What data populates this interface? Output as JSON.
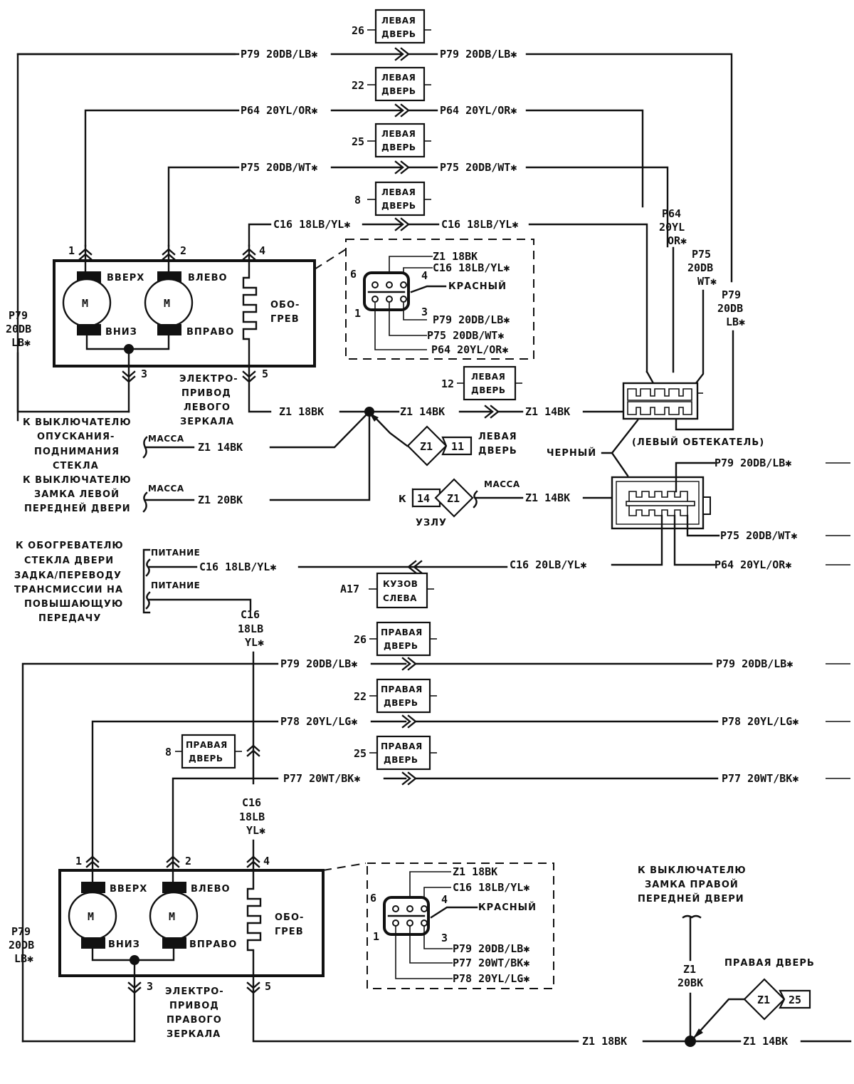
{
  "diagram": {
    "title": "Power mirrors wiring (left & right)",
    "wire_suffix_mark": "✱",
    "left_door_tag": [
      "ЛЕВАЯ",
      "ДВЕРЬ"
    ],
    "right_door_tag": [
      "ПРАВАЯ",
      "ДВЕРЬ"
    ],
    "top_section": {
      "door_connectors": [
        {
          "pin": "26",
          "wire": "P79 20DB/LB✱",
          "wire_right": "P79 20DB/LB✱"
        },
        {
          "pin": "22",
          "wire": "P64 20YL/OR✱",
          "wire_right": "P64 20YL/OR✱"
        },
        {
          "pin": "25",
          "wire": "P75 20DB/WT✱",
          "wire_right": "P75 20DB/WT✱"
        },
        {
          "pin": "8",
          "wire": "C16 18LB/YL✱",
          "wire_right": "C16 18LB/YL✱"
        }
      ],
      "vertical_labels": [
        [
          "P64",
          "20YL",
          "OR✱"
        ],
        [
          "P75",
          "20DB",
          "WT✱"
        ],
        [
          "P79",
          "20DB",
          "LB✱"
        ]
      ],
      "left_vertical_label": [
        "P79",
        "20DB",
        "LB✱"
      ]
    },
    "left_mirror": {
      "pins": [
        "1",
        "2",
        "4",
        "3",
        "5"
      ],
      "motor_letter": "M",
      "labels": {
        "up": "ВВЕРХ",
        "down": "ВНИЗ",
        "left": "ВЛЕВО",
        "right": "ВПРАВО",
        "heater": [
          "ОБО-",
          "ГРЕВ"
        ]
      },
      "caption": [
        "ЭЛЕКТРО-",
        "ПРИВОД",
        "ЛЕВОГО",
        "ЗЕРКАЛА"
      ],
      "connector_detail": {
        "wires": [
          "Z1 18BK",
          "C16 18LB/YL✱",
          "P79 20DB/LB✱",
          "P75 20DB/WT✱",
          "P64 20YL/OR✱"
        ],
        "pins": [
          "6",
          "4",
          "1",
          "3"
        ],
        "color": "КРАСНЫЙ"
      }
    },
    "ground_section": {
      "wire_z1_18": "Z1 18BK",
      "wire_z1_14": "Z1 14BK",
      "wire_z1_14_right": "Z1 14BK",
      "door_12_pin": "12",
      "splice_left_door": {
        "z": "Z1",
        "num": "11",
        "label": [
          "ЛЕВАЯ",
          "ДВЕРЬ"
        ]
      },
      "splice_node": {
        "prefix": "К",
        "num": "14",
        "z": "Z1",
        "label": "УЗЛУ",
        "mass": "МАССА",
        "wire": "Z1 14BK"
      },
      "window_switch": {
        "label": [
          "К ВЫКЛЮЧАТЕЛЮ",
          "ОПУСКАНИЯ-",
          "ПОДНИМАНИЯ",
          "СТЕКЛА"
        ],
        "mass": "МАССА",
        "wire": "Z1 14BK"
      },
      "lock_switch": {
        "label": [
          "К ВЫКЛЮЧАТЕЛЮ",
          "ЗАМКА ЛЕВОЙ",
          "ПЕРЕДНЕЙ ДВЕРИ"
        ],
        "mass": "МАССА",
        "wire": "Z1 20BK"
      },
      "fairing": {
        "label": "(ЛЕВЫЙ ОБТЕКАТЕЛЬ)",
        "color": "ЧЕРНЫЙ"
      },
      "fairing_wires": [
        "P79 20DB/LB✱",
        "P75 20DB/WT✱",
        "P64 20YL/OR✱",
        "C16 20LB/YL✱"
      ]
    },
    "heater_feed": {
      "label": [
        "К ОБОГРЕВАТЕЛЮ",
        "СТЕКЛА ДВЕРИ",
        "ЗАДКА/ПЕРЕВОДУ",
        "ТРАНСМИССИИ НА",
        "ПОВЫШАЮЩУЮ",
        "ПЕРЕДАЧУ"
      ],
      "power1": "ПИТАНИЕ",
      "power2": "ПИТАНИЕ",
      "wire": "C16 18LB/YL✱",
      "body_pin": "A17",
      "body_tag": [
        "КУЗОВ",
        "СЛЕВА"
      ],
      "vertical_label": [
        "C16",
        "18LB",
        "YL✱"
      ]
    },
    "bottom_section": {
      "door_connectors": [
        {
          "pin": "26",
          "wire": "P79 20DB/LB✱",
          "wire_right": "P79 20DB/LB✱"
        },
        {
          "pin": "22",
          "wire": "P78 20YL/LG✱",
          "wire_right": "P78 20YL/LG✱"
        },
        {
          "pin": "25",
          "wire": "P77 20WT/BK✱",
          "wire_right": "P77 20WT/BK✱"
        }
      ],
      "door_8_pin": "8",
      "c16_label": [
        "C16",
        "18LB",
        "YL✱"
      ],
      "left_vertical_label": [
        "P79",
        "20DB",
        "LB✱"
      ]
    },
    "right_mirror": {
      "pins": [
        "1",
        "2",
        "4",
        "3",
        "5"
      ],
      "motor_letter": "M",
      "labels": {
        "up": "ВВЕРХ",
        "down": "ВНИЗ",
        "left": "ВЛЕВО",
        "right": "ВПРАВО",
        "heater": [
          "ОБО-",
          "ГРЕВ"
        ]
      },
      "caption": [
        "ЭЛЕКТРО-",
        "ПРИВОД",
        "ПРАВОГО",
        "ЗЕРКАЛА"
      ],
      "connector_detail": {
        "wires": [
          "Z1 18BK",
          "C16 18LB/YL✱",
          "P79 20DB/LB✱",
          "P77 20WT/BK✱",
          "P78 20YL/LG✱"
        ],
        "pins": [
          "6",
          "4",
          "1",
          "3"
        ],
        "color": "КРАСНЫЙ"
      }
    },
    "right_ground": {
      "lock_label": [
        "К ВЫКЛЮЧАТЕЛЮ",
        "ЗАМКА ПРАВОЙ",
        "ПЕРЕДНЕЙ ДВЕРИ"
      ],
      "vertical_wire": [
        "Z1",
        "20BK"
      ],
      "door_label": "ПРАВАЯ ДВЕРЬ",
      "splice": {
        "z": "Z1",
        "num": "25"
      },
      "wire_left": "Z1 18BK",
      "wire_right": "Z1 14BK"
    }
  }
}
